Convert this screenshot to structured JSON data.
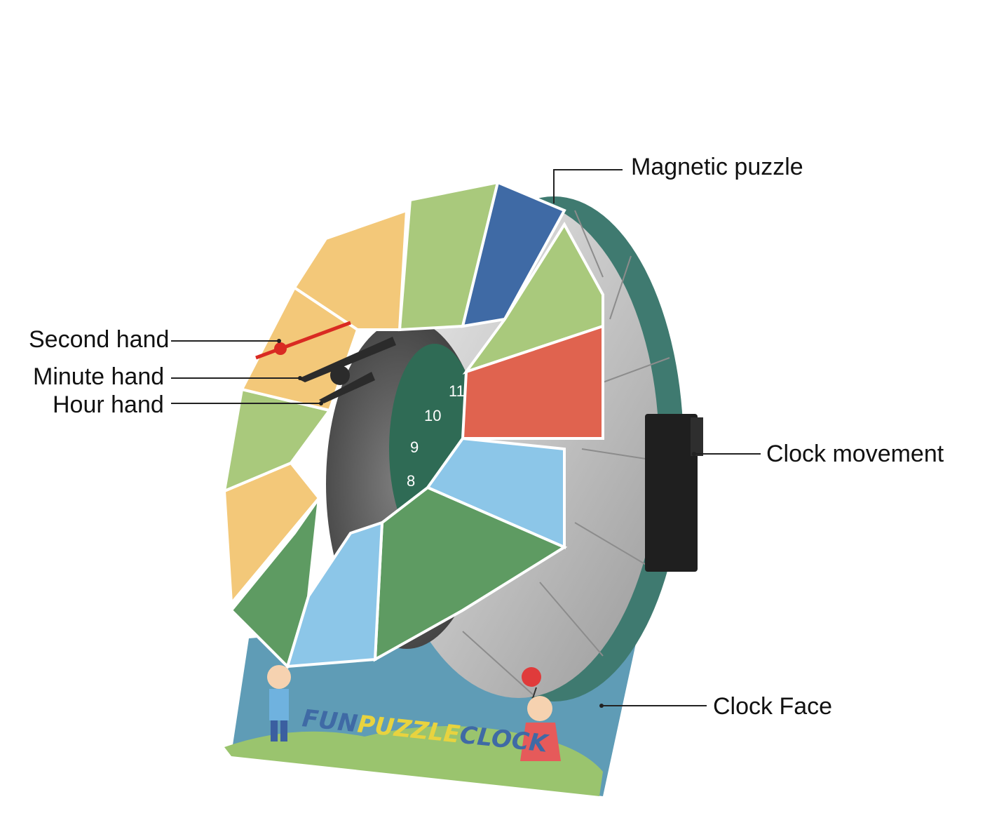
{
  "labels": {
    "magnetic_puzzle": "Magnetic puzzle",
    "second_hand": "Second hand",
    "minute_hand": "Minute hand",
    "hour_hand": "Hour hand",
    "clock_movement": "Clock movement",
    "clock_face": "Clock Face"
  },
  "logo": {
    "word1": "FUN",
    "word2": "PUZZLE",
    "word3": "CLOCK"
  },
  "dial_numbers": [
    "11",
    "10",
    "9",
    "8"
  ],
  "colors": {
    "board_blue": "#5f9cb6",
    "ring_grey": "#d8d8d8",
    "dial_green": "#2f6b55",
    "tile_yellow": "#f3c879",
    "tile_green": "#a9c97c",
    "tile_red": "#e0634f",
    "tile_lightblue": "#8cc6e8",
    "tile_darkgreen": "#5e9b62",
    "tile_navy": "#3f6aa5",
    "hand_red": "#d92a22",
    "hand_dark": "#2b2b2b",
    "grass": "#9ac46e"
  }
}
